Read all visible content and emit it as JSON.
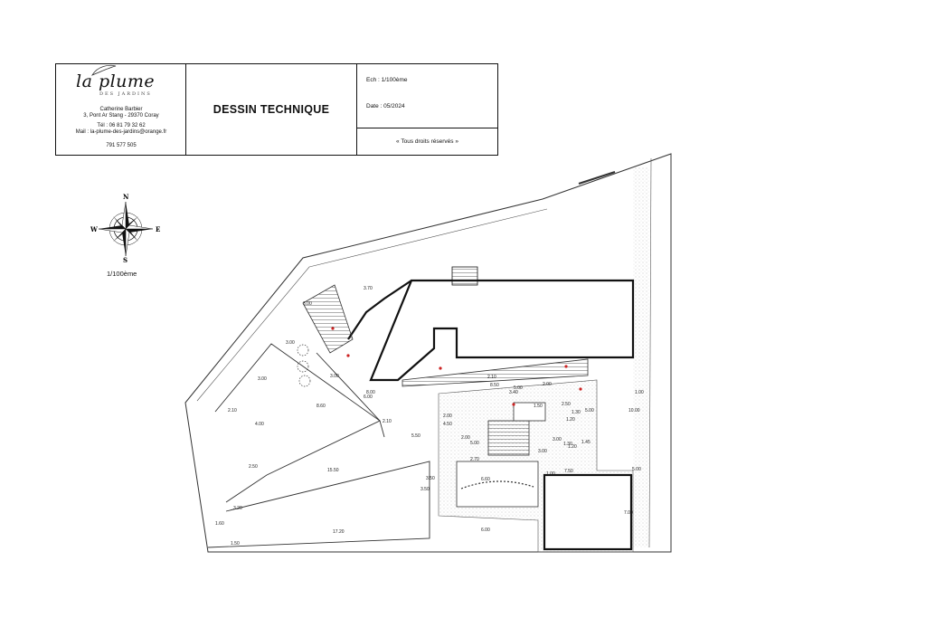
{
  "cartouche": {
    "logo": {
      "name": "la plume",
      "tagline": "DES JARDINS"
    },
    "contact": {
      "name": "Catherine Barbier",
      "address": "3, Pont Ar Stang - 29370 Coray",
      "phone": "Tél : 06 81 79 32 62",
      "mail": "Mail : la-plume-des-jardins@orange.fr",
      "siret": "791 577 505"
    },
    "title": "DESSIN TECHNIQUE",
    "scale": "Ech : 1/100ème",
    "date": "Date : 05/2024",
    "rights": "« Tous droits réservés »"
  },
  "compass": {
    "north": "N",
    "south": "S",
    "east": "E",
    "west": "W"
  },
  "scale_label": "1/100ème",
  "dimensions": [
    "3.70",
    "3.00",
    "3.00",
    "3.00",
    "2.10",
    "4.00",
    "8.60",
    "6.00",
    "3.00",
    "8.00",
    "2.10",
    "5.50",
    "2.50",
    "15.50",
    "1.60",
    "3.20",
    "17.20",
    "1.50",
    "6.00",
    "3.50",
    "3.50",
    "2.00",
    "4.50",
    "1.00",
    "5.00",
    "7.50",
    "1.00",
    "10.00",
    "5.00",
    "2.70",
    "2.00",
    "2.10",
    "8.50",
    "2.00",
    "3.40",
    "5.00",
    "2.50",
    "1.30",
    "1.50",
    "1.20",
    "1.30",
    "1.45",
    "3.00",
    "1.20",
    "5.00",
    "6.60",
    "3.00",
    "7.00"
  ],
  "colors": {
    "ink": "#111111",
    "red_marker": "#cc2222",
    "hatch": "#666666"
  }
}
